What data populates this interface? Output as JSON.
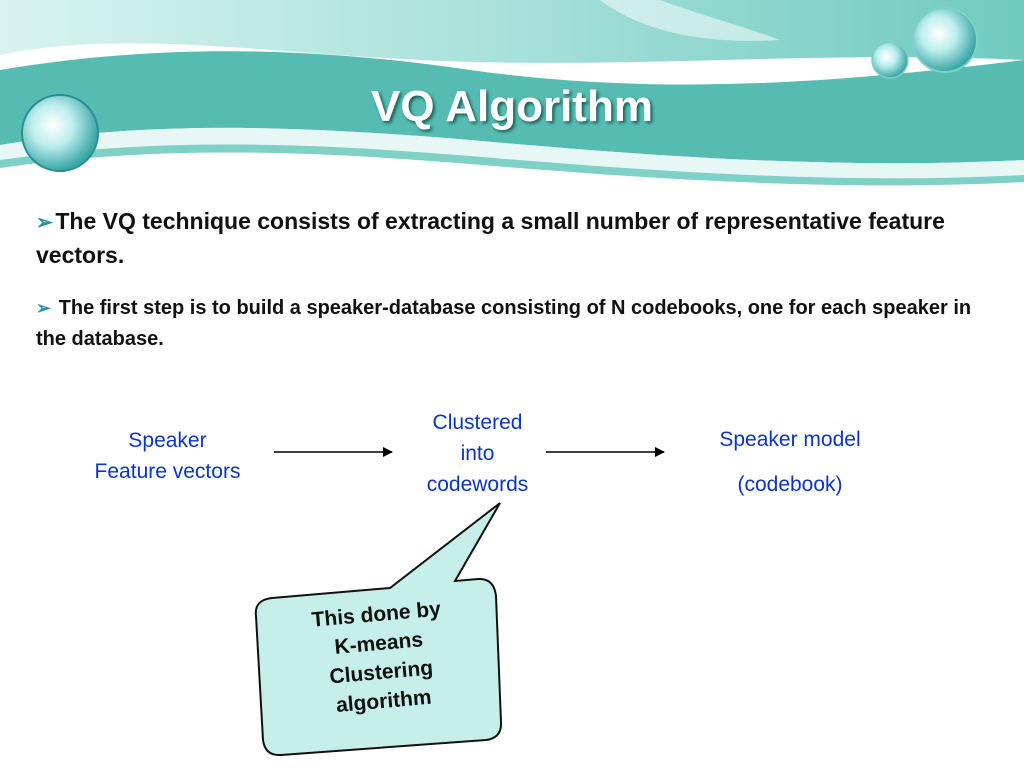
{
  "slide": {
    "title": "VQ Algorithm",
    "bullets": [
      {
        "marker": "arrow-bullet-icon",
        "text": "The VQ  technique consists of extracting a small number of representative feature vectors."
      },
      {
        "marker": "arrow-bullet-icon",
        "text": "The first step is to build a speaker-database consisting of N codebooks, one for each speaker in the database."
      }
    ]
  },
  "flow": {
    "step1": {
      "line1": "Speaker",
      "line2": "Feature vectors"
    },
    "step2": {
      "line1": "Clustered",
      "line2": "into",
      "line3": "codewords"
    },
    "step3": {
      "line1": "Speaker model",
      "line2": "(codebook)"
    }
  },
  "callout": {
    "line1": "This done by",
    "line2": "K-means",
    "line3": "Clustering",
    "line4": "algorithm"
  },
  "colors": {
    "teal": "#4fb9ae",
    "flow_text": "#0b34c8",
    "callout_fill": "#c6efe9"
  }
}
